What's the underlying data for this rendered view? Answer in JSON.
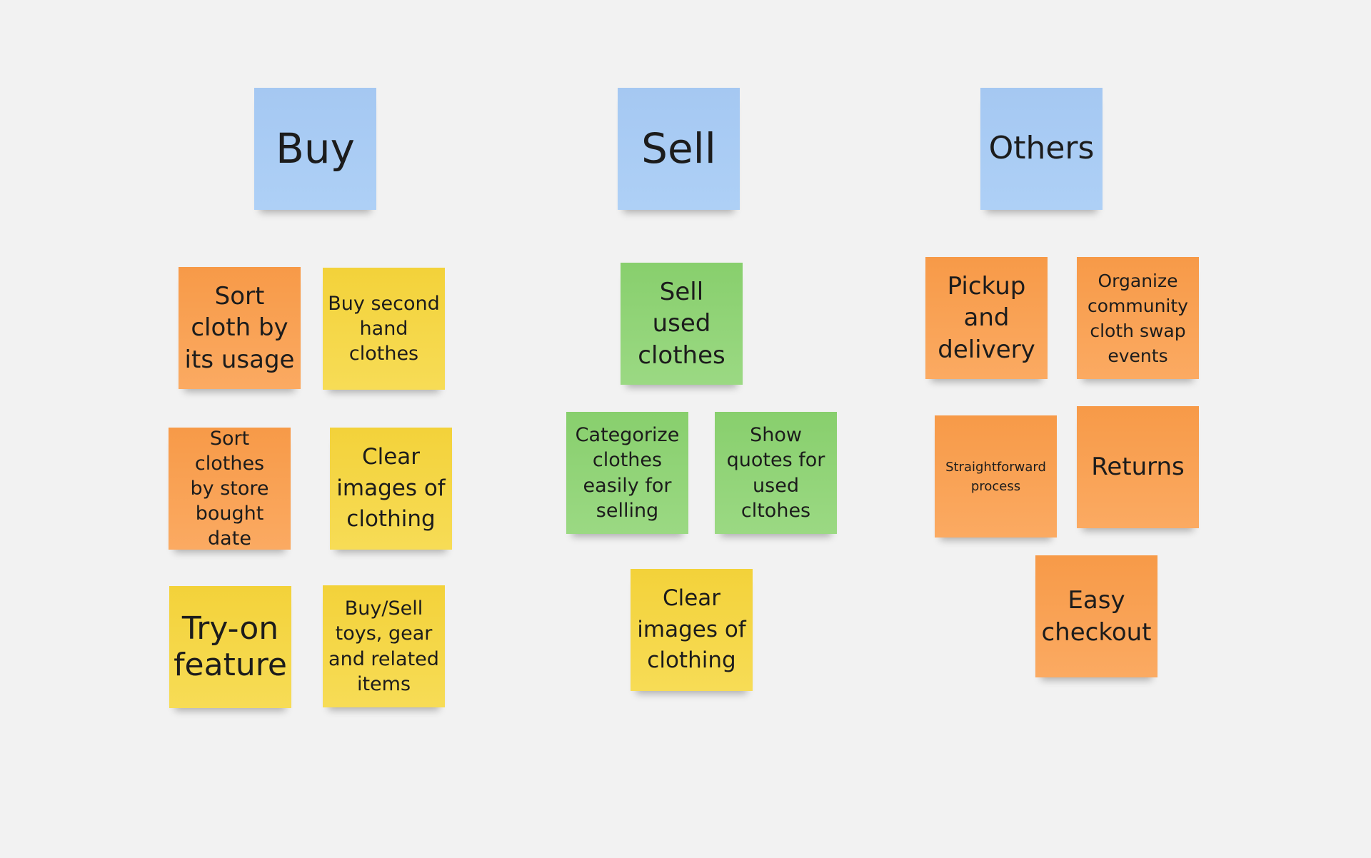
{
  "columns": {
    "buy": {
      "title": "Buy"
    },
    "sell": {
      "title": "Sell"
    },
    "others": {
      "title": "Others"
    }
  },
  "notes": {
    "sort_cloth_usage": "Sort\ncloth by\nits usage",
    "buy_second_hand": "Buy second\nhand clothes",
    "sort_store_date": "Sort clothes\nby store\nbought\ndate",
    "clear_images_buy": "Clear\nimages of\nclothing",
    "try_on": "Try-on\nfeature",
    "toys_gear": "Buy/Sell\ntoys, gear\nand related\nitems",
    "sell_used": "Sell\nused\nclothes",
    "categorize": "Categorize\nclothes\neasily for\nselling",
    "show_quotes": "Show\nquotes for\nused\ncltohes",
    "clear_images_sell": "Clear\nimages of\nclothing",
    "pickup_delivery": "Pickup\nand\ndelivery",
    "swap_events": "Organize\ncommunity\ncloth swap\nevents",
    "straightforward": "Straightforward\nprocess",
    "returns": "Returns",
    "easy_checkout": "Easy\ncheckout"
  },
  "colors": {
    "blue": "#aacbf4",
    "orange": "#f9a255",
    "yellow": "#f5d748",
    "green": "#91d478",
    "background": "#f2f2f2"
  }
}
